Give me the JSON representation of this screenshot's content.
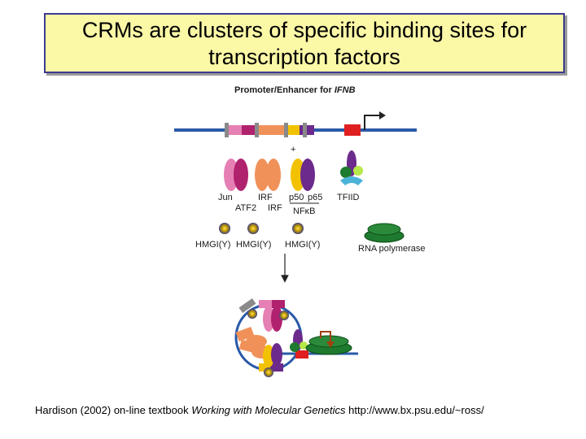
{
  "title": {
    "line1": "CRMs are clusters of specific binding sites for",
    "line2": "transcription factors"
  },
  "diagram": {
    "header_prefix": "Promoter/Enhancer for ",
    "header_gene": "IFNB",
    "plus": "+",
    "factors": {
      "jun": "Jun",
      "atf2": "ATF2",
      "irf_top": "IRF",
      "irf_bottom": "IRF",
      "p50": "p50",
      "p65": "p65",
      "nfkb": "NFκB",
      "tfiid": "TFIID",
      "hmgi_1": "HMGI(Y)",
      "hmgi_2": "HMGI(Y)",
      "hmgi_3": "HMGI(Y)",
      "rna_pol": "RNA polymerase"
    },
    "colors": {
      "dna": "#2a5aa8",
      "pink": "#e67fb3",
      "magenta": "#b0216e",
      "orange": "#f0915a",
      "yellow": "#f2c200",
      "purple": "#6b2a8c",
      "red": "#e02020",
      "gray_clamp": "#8a8a8a",
      "green": "#1e7a2e",
      "lime": "#b6e84a",
      "cyan": "#4cb3d8",
      "hmg_core": "#f2c200",
      "hmg_shell": "#3d3d7a"
    }
  },
  "credit": {
    "prefix": "Hardison (2002) on-line textbook ",
    "book": "Working with Molecular Genetics",
    "suffix": " http://www.bx.psu.edu/~ross/"
  }
}
